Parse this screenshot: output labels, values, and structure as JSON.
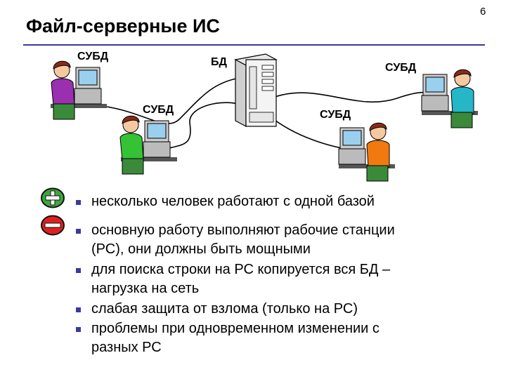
{
  "slide_number": "6",
  "title": "Файл-серверные ИС",
  "diagram": {
    "labels": {
      "top_left": "СУБД",
      "server": "БД",
      "top_right": "СУБД",
      "bottom_left": "СУБД",
      "bottom_right": "СУБД"
    }
  },
  "pros": [
    {
      "lines": [
        "несколько человек работают с одной базой"
      ]
    }
  ],
  "cons": [
    {
      "lines": [
        "основную работу выполняют рабочие станции",
        "(РС), они должны быть мощными"
      ]
    },
    {
      "lines": [
        "для поиска строки на РС копируется вся БД –",
        "нагрузка на сеть"
      ]
    },
    {
      "lines": [
        "слабая защита от взлома (только на РС)"
      ]
    },
    {
      "lines": [
        "проблемы при одновременном изменении с",
        "разных РС"
      ]
    }
  ],
  "colors": {
    "accent": "#3a3a9a",
    "plus": "#3ca83c",
    "minus": "#e02020"
  },
  "icons": [
    "plus-icon",
    "minus-icon",
    "server-icon",
    "workstation-icon"
  ]
}
